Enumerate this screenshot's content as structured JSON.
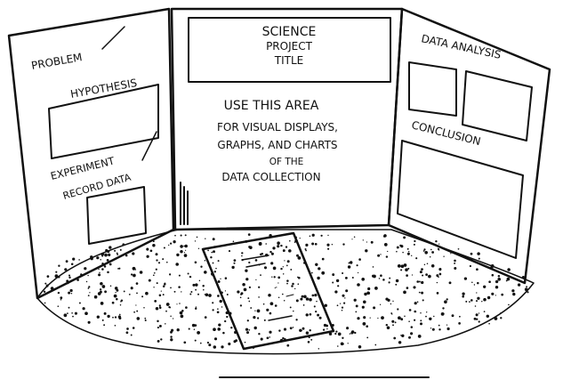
{
  "left_panel": {
    "problem": "PROBLEM",
    "hypothesis": "HYPOTHESIS",
    "experiment": "EXPERIMENT",
    "record_data": "RECORD DATA"
  },
  "center_panel": {
    "title_line1": "SCIENCE",
    "title_line2": "PROJECT",
    "title_line3": "TITLE",
    "body_line1": "USE THIS AREA",
    "body_line2": "FOR VISUAL DISPLAYS,",
    "body_line3": "GRAPHS, AND CHARTS",
    "body_line4": "OF THE",
    "body_line5": "DATA COLLECTION"
  },
  "right_panel": {
    "data_analysis": "DATA ANALYSIS",
    "conclusion": "CONCLUSION"
  },
  "colors": {
    "ink": "#111111",
    "paper": "#ffffff"
  }
}
